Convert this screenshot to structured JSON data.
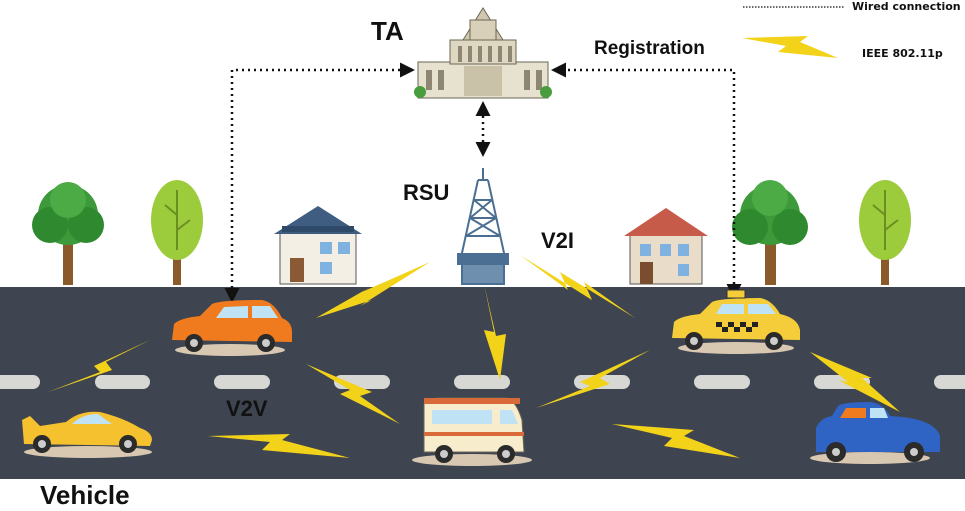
{
  "labels": {
    "ta": "TA",
    "rsu": "RSU",
    "v2i": "V2I",
    "v2v": "V2V",
    "vehicle": "Vehicle",
    "registration": "Registration"
  },
  "legend": {
    "wired": "Wired connection",
    "wireless": "IEEE 802.11p"
  },
  "colors": {
    "road": "#3e4550",
    "lane_mark": "#d7d8d4",
    "lightning": "#f3d21a",
    "wired_line": "#111111"
  },
  "icons": [
    "government-building-icon",
    "rsu-tower-icon",
    "house-icon",
    "tree-icon",
    "car-icon",
    "taxi-icon",
    "van-icon",
    "sports-car-icon",
    "lightning-icon"
  ]
}
